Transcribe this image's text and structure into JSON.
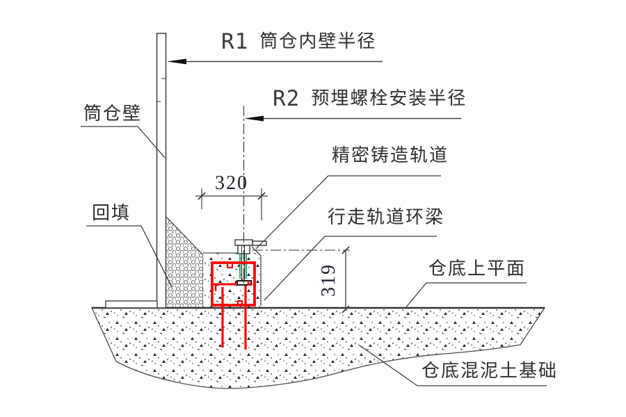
{
  "labels": {
    "r1": {
      "code": "R1",
      "text": "筒仓内壁半径"
    },
    "r2": {
      "code": "R2",
      "text": "预埋螺栓安装半径"
    },
    "silo_wall": "筒仓壁",
    "backfill": "回填",
    "precision_cast_rail": "精密铸造轨道",
    "travel_rail_ring_beam": "行走轨道环梁",
    "bin_bottom_top_plane": "仓底上平面",
    "bin_bottom_concrete_foundation": "仓底混泥土基础"
  },
  "dimensions": {
    "bolt_circle_offset_width": "320",
    "beam_embed_height": "319"
  },
  "colors": {
    "line": "#3c3c3c",
    "ring_beam_highlight": "#fe0000",
    "anchor_bolt_highlight": "#00b050",
    "background": "#ffffff"
  }
}
